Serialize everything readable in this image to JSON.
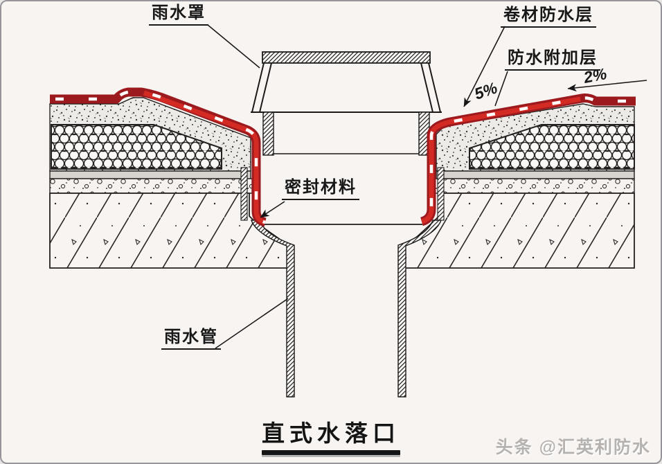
{
  "diagram": {
    "title": "直式水落口",
    "watermark": "头条 @汇英利防水",
    "labels": {
      "rain_cover": "雨水罩",
      "membrane_layer": "卷材防水层",
      "additional_layer": "防水附加层",
      "slope_inner": "5%",
      "slope_outer": "2%",
      "sealant": "密封材料",
      "rain_pipe": "雨水管"
    },
    "colors": {
      "membrane_dark_red": "#9c1a1d",
      "membrane_bright_red": "#d32a24",
      "line_black": "#1c1c1c",
      "insulation_bg": "#faf8f6",
      "gray_band": "#d7d4d0",
      "background": "#f7f4f2",
      "watermark_gray": "#b5b2b0"
    }
  }
}
